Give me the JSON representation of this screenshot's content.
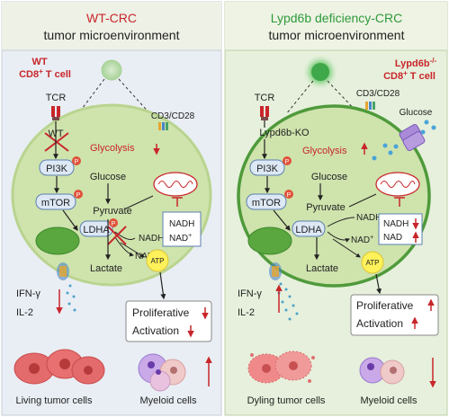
{
  "colors": {
    "red": "#c8262b",
    "dark_red": "#b22a2e",
    "green_title": "#2f9a3a",
    "panel_left": "#e9eef4",
    "panel_right": "#e6f0dc",
    "cell_fill": "#cfe3ad",
    "cell_edge": "#b9d48f",
    "cell_edge_right": "#4f9a3b",
    "node_blue": "#dde8f5",
    "yellow": "#fff15a"
  },
  "left": {
    "title_line1": "WT-CRC",
    "title_line2": "tumor microenvironment",
    "cell_label_line1": "WT",
    "cell_label_line2": "CD8",
    "cell_label_sup": "+",
    "cell_label_tail": " T cell",
    "tcr": "TCR",
    "cd3": "CD3/CD28",
    "wt": "WT",
    "glycolysis": "Glycolysis",
    "glycolysis_arrow": "down",
    "pi3k": "PI3K",
    "mtor": "mTOR",
    "ldha": "LDHA",
    "glucose": "Glucose",
    "pyruvate": "Pyruvate",
    "nadh": "NADH",
    "nadp": "NAD",
    "nadh_box1": "NADH",
    "nadh_box2": "NAD",
    "lactate": "Lactate",
    "atp": "ATP",
    "phospho": "P",
    "ifn": "IFN-γ",
    "il2": "IL-2",
    "proliferative": "Proliferative",
    "activation": "Activation",
    "living": "Living tumor cells",
    "myeloid": "Myeloid cells"
  },
  "right": {
    "title_line1": "Lypd6b deficiency-CRC",
    "title_line2": "tumor microenvironment",
    "cell_label_line1": "Lypd6b",
    "cell_label_sup1": "-/-",
    "cell_label_line2": "CD8",
    "cell_label_sup2": "+",
    "cell_label_tail": " T cell",
    "tcr": "TCR",
    "cd3": "CD3/CD28",
    "glucose_out": "Glucose",
    "ko": "Lypd6b-KO",
    "glycolysis": "Glycolysis",
    "glycolysis_arrow": "up",
    "pi3k": "PI3K",
    "mtor": "mTOR",
    "ldha": "LDHA",
    "glucose": "Glucose",
    "pyruvate": "Pyruvate",
    "nadh": "NADH",
    "nadp": "NAD",
    "nadh_box1": "NADH",
    "nadh_box2": "NAD",
    "lactate": "Lactate",
    "atp": "ATP",
    "phospho": "P",
    "ifn": "IFN-γ",
    "il2": "IL-2",
    "proliferative": "Proliferative",
    "activation": "Activation",
    "dying": "Dyling tumor cells",
    "myeloid": "Myeloid cells"
  },
  "sup_plus": "+"
}
